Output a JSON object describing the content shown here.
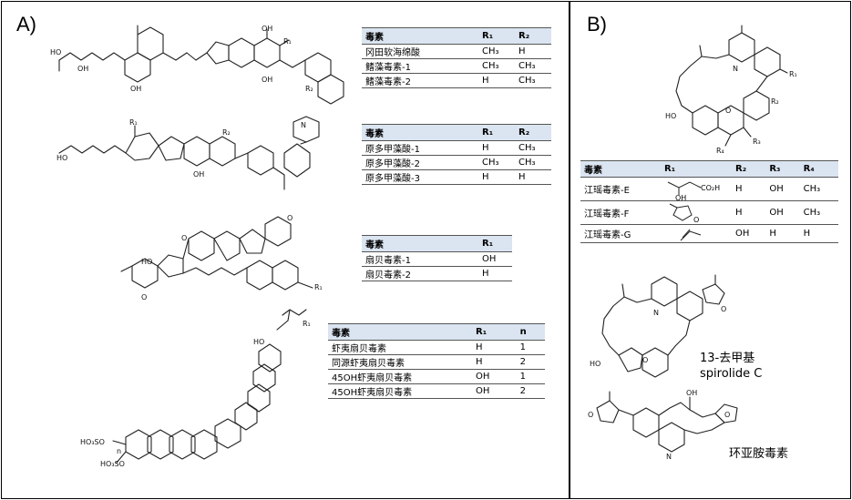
{
  "panel_a": {
    "label": "A)",
    "table1": {
      "headers": [
        "毒素",
        "R₁",
        "R₂"
      ],
      "rows": [
        [
          "冈田软海绵酸",
          "CH₃",
          "H"
        ],
        [
          "鳍藻毒素-1",
          "CH₃",
          "CH₃"
        ],
        [
          "鳍藻毒素-2",
          "H",
          "CH₃"
        ]
      ]
    },
    "table2": {
      "headers": [
        "毒素",
        "R₁",
        "R₂"
      ],
      "rows": [
        [
          "原多甲藻酸-1",
          "H",
          "CH₃"
        ],
        [
          "原多甲藻酸-2",
          "CH₃",
          "CH₃"
        ],
        [
          "原多甲藻酸-3",
          "H",
          "H"
        ]
      ]
    },
    "table3": {
      "headers": [
        "毒素",
        "R₁"
      ],
      "rows": [
        [
          "扇贝毒素-1",
          "OH"
        ],
        [
          "扇贝毒素-2",
          "H"
        ]
      ]
    },
    "table4": {
      "headers": [
        "毒素",
        "R₁",
        "n"
      ],
      "rows": [
        [
          "虾夷扇贝毒素",
          "H",
          "1"
        ],
        [
          "同源虾夷扇贝毒素",
          "H",
          "2"
        ],
        [
          "45OH虾夷扇贝毒素",
          "OH",
          "1"
        ],
        [
          "45OH虾夷扇贝毒素",
          "OH",
          "2"
        ]
      ]
    },
    "labels": {
      "oh": "OH",
      "ho": "HO",
      "o": "O",
      "r1": "R₁",
      "r2": "R₂",
      "nh": "N",
      "so3": "HO₃SO",
      "so3b": "HO₃SO",
      "n": "n"
    }
  },
  "panel_b": {
    "label": "B)",
    "table": {
      "headers": [
        "毒素",
        "R₁",
        "R₂",
        "R₃",
        "R₄"
      ],
      "rows": [
        [
          "江瑶毒素-E",
          "",
          "H",
          "OH",
          "CH₃"
        ],
        [
          "江瑶毒素-F",
          "",
          "H",
          "OH",
          "CH₃"
        ],
        [
          "江瑶毒素-G",
          "",
          "OH",
          "H",
          "H"
        ]
      ]
    },
    "r1_labels": {
      "co2h": "CO₂H",
      "oh": "OH",
      "o": "O"
    },
    "captions": {
      "spirolide_line1": "13-去甲基",
      "spirolide_line2": "spirolide C",
      "gymnodimine": "环亚胺毒素"
    },
    "labels": {
      "n": "N",
      "o": "O",
      "oh": "OH",
      "ho": "HO",
      "r1": "R₁",
      "r2": "R₂",
      "r3": "R₃",
      "r4": "R₄"
    }
  }
}
